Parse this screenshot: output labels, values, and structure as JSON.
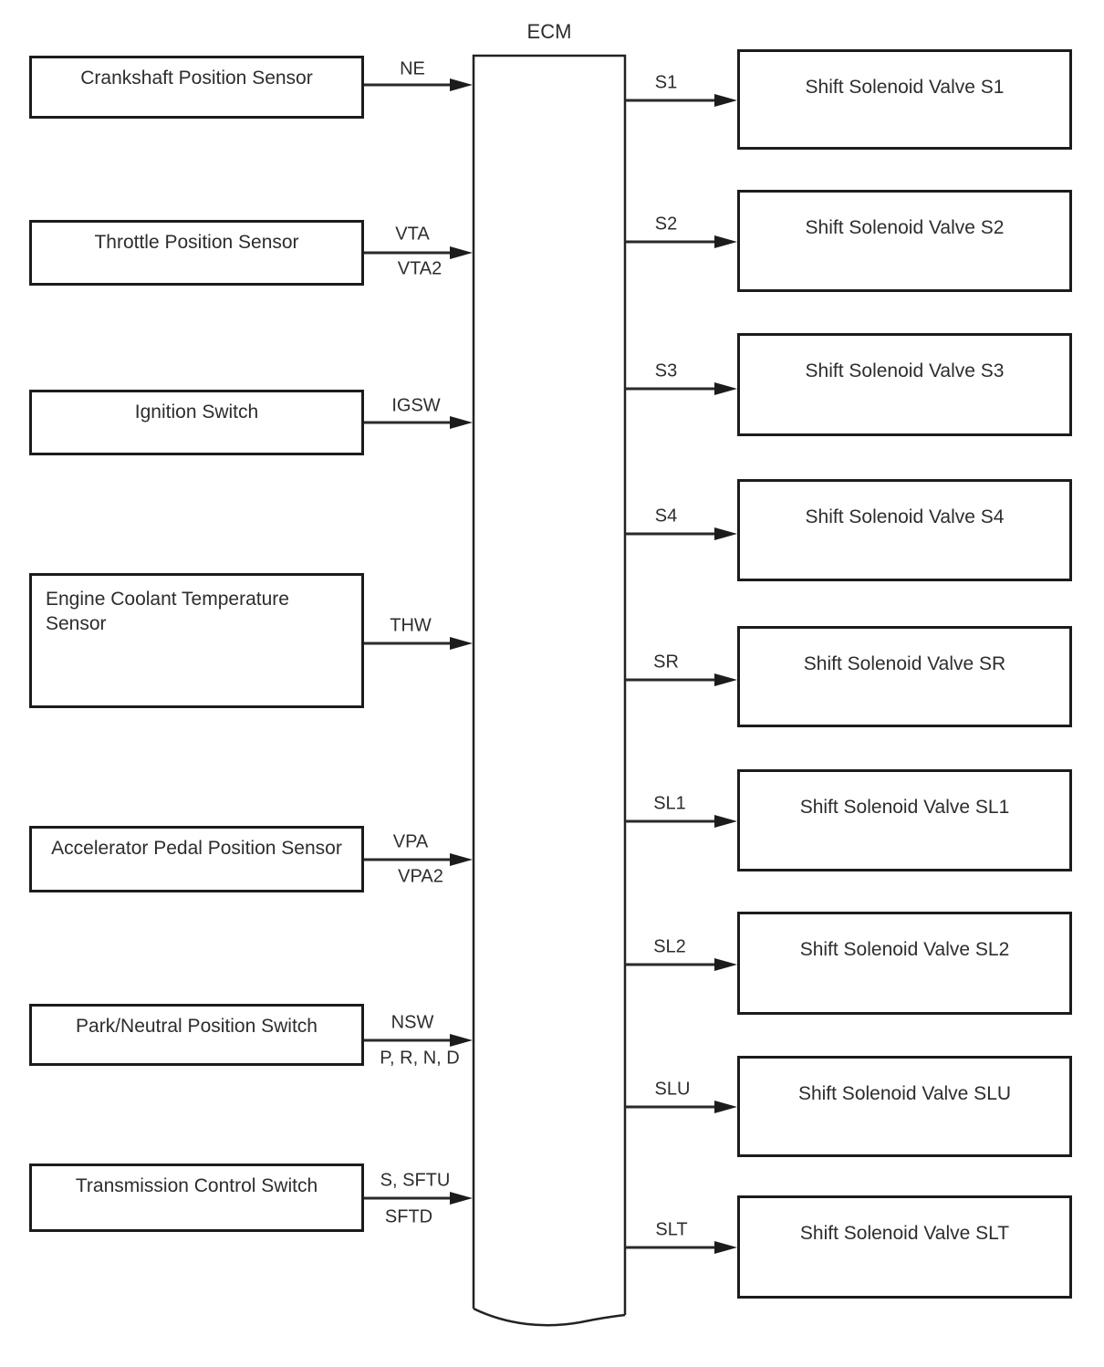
{
  "ecm": {
    "label": "ECM"
  },
  "inputs": [
    {
      "label": "Crankshaft Position Sensor",
      "signal_top": "NE",
      "signal_bottom": ""
    },
    {
      "label": "Throttle Position Sensor",
      "signal_top": "VTA",
      "signal_bottom": "VTA2"
    },
    {
      "label": "Ignition Switch",
      "signal_top": "IGSW",
      "signal_bottom": ""
    },
    {
      "label": "Engine Coolant Temperature Sensor",
      "signal_top": "THW",
      "signal_bottom": ""
    },
    {
      "label": "Accelerator Pedal Position Sensor",
      "signal_top": "VPA",
      "signal_bottom": "VPA2"
    },
    {
      "label": "Park/Neutral Position Switch",
      "signal_top": "NSW",
      "signal_bottom": "P, R, N, D"
    },
    {
      "label": "Transmission Control Switch",
      "signal_top": "S, SFTU",
      "signal_bottom": "SFTD"
    }
  ],
  "outputs": [
    {
      "signal": "S1",
      "label": "Shift Solenoid Valve S1"
    },
    {
      "signal": "S2",
      "label": "Shift Solenoid Valve S2"
    },
    {
      "signal": "S3",
      "label": "Shift Solenoid Valve S3"
    },
    {
      "signal": "S4",
      "label": "Shift Solenoid Valve S4"
    },
    {
      "signal": "SR",
      "label": "Shift Solenoid Valve SR"
    },
    {
      "signal": "SL1",
      "label": "Shift Solenoid Valve SL1"
    },
    {
      "signal": "SL2",
      "label": "Shift Solenoid Valve SL2"
    },
    {
      "signal": "SLU",
      "label": "Shift Solenoid Valve SLU"
    },
    {
      "signal": "SLT",
      "label": "Shift Solenoid Valve SLT"
    }
  ]
}
